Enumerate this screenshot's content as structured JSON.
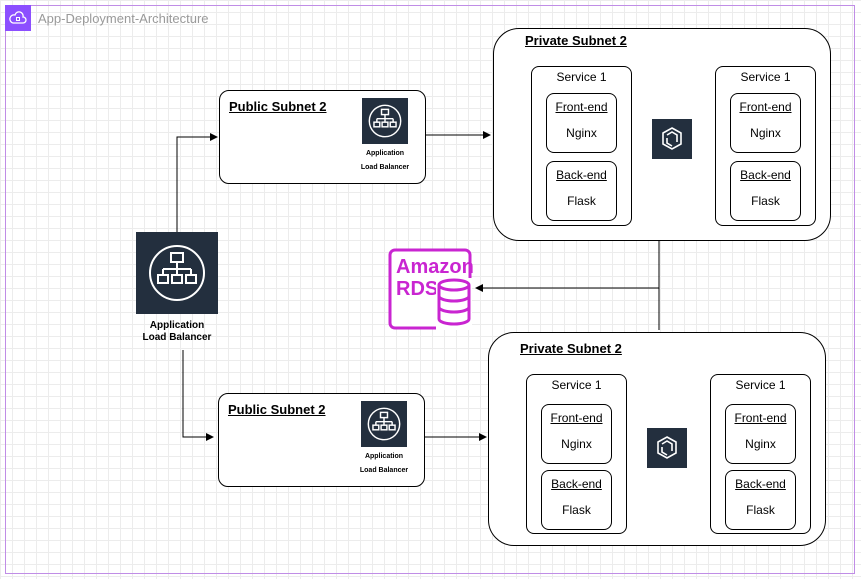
{
  "group": {
    "title": "App-Deployment-Architecture"
  },
  "main_lb": {
    "label_line1": "Application",
    "label_line2": "Load Balancer"
  },
  "public_subnets": [
    {
      "title": "Public Subnet 2",
      "lb_line1": "Application",
      "lb_line2": "Load Balancer"
    },
    {
      "title": "Public Subnet 2",
      "lb_line1": "Application",
      "lb_line2": "Load Balancer"
    }
  ],
  "private_subnets": [
    {
      "title": "Private Subnet 2",
      "services": [
        {
          "label": "Service 1",
          "frontend": {
            "title": "Front-end",
            "value": "Nginx"
          },
          "backend": {
            "title": "Back-end",
            "value": "Flask"
          }
        },
        {
          "label": "Service 1",
          "frontend": {
            "title": "Front-end",
            "value": "Nginx"
          },
          "backend": {
            "title": "Back-end",
            "value": "Flask"
          }
        }
      ]
    },
    {
      "title": "Private Subnet 2",
      "services": [
        {
          "label": "Service 1",
          "frontend": {
            "title": "Front-end",
            "value": "Nginx"
          },
          "backend": {
            "title": "Back-end",
            "value": "Flask"
          }
        },
        {
          "label": "Service 1",
          "frontend": {
            "title": "Front-end",
            "value": "Nginx"
          },
          "backend": {
            "title": "Back-end",
            "value": "Flask"
          }
        }
      ]
    }
  ],
  "rds": {
    "line1": "Amazon",
    "line2": "RDS"
  },
  "colors": {
    "group_border": "#c08de6",
    "group_icon": "#8c4fff",
    "aws_tile": "#232f3e",
    "rds": "#c925d1"
  }
}
